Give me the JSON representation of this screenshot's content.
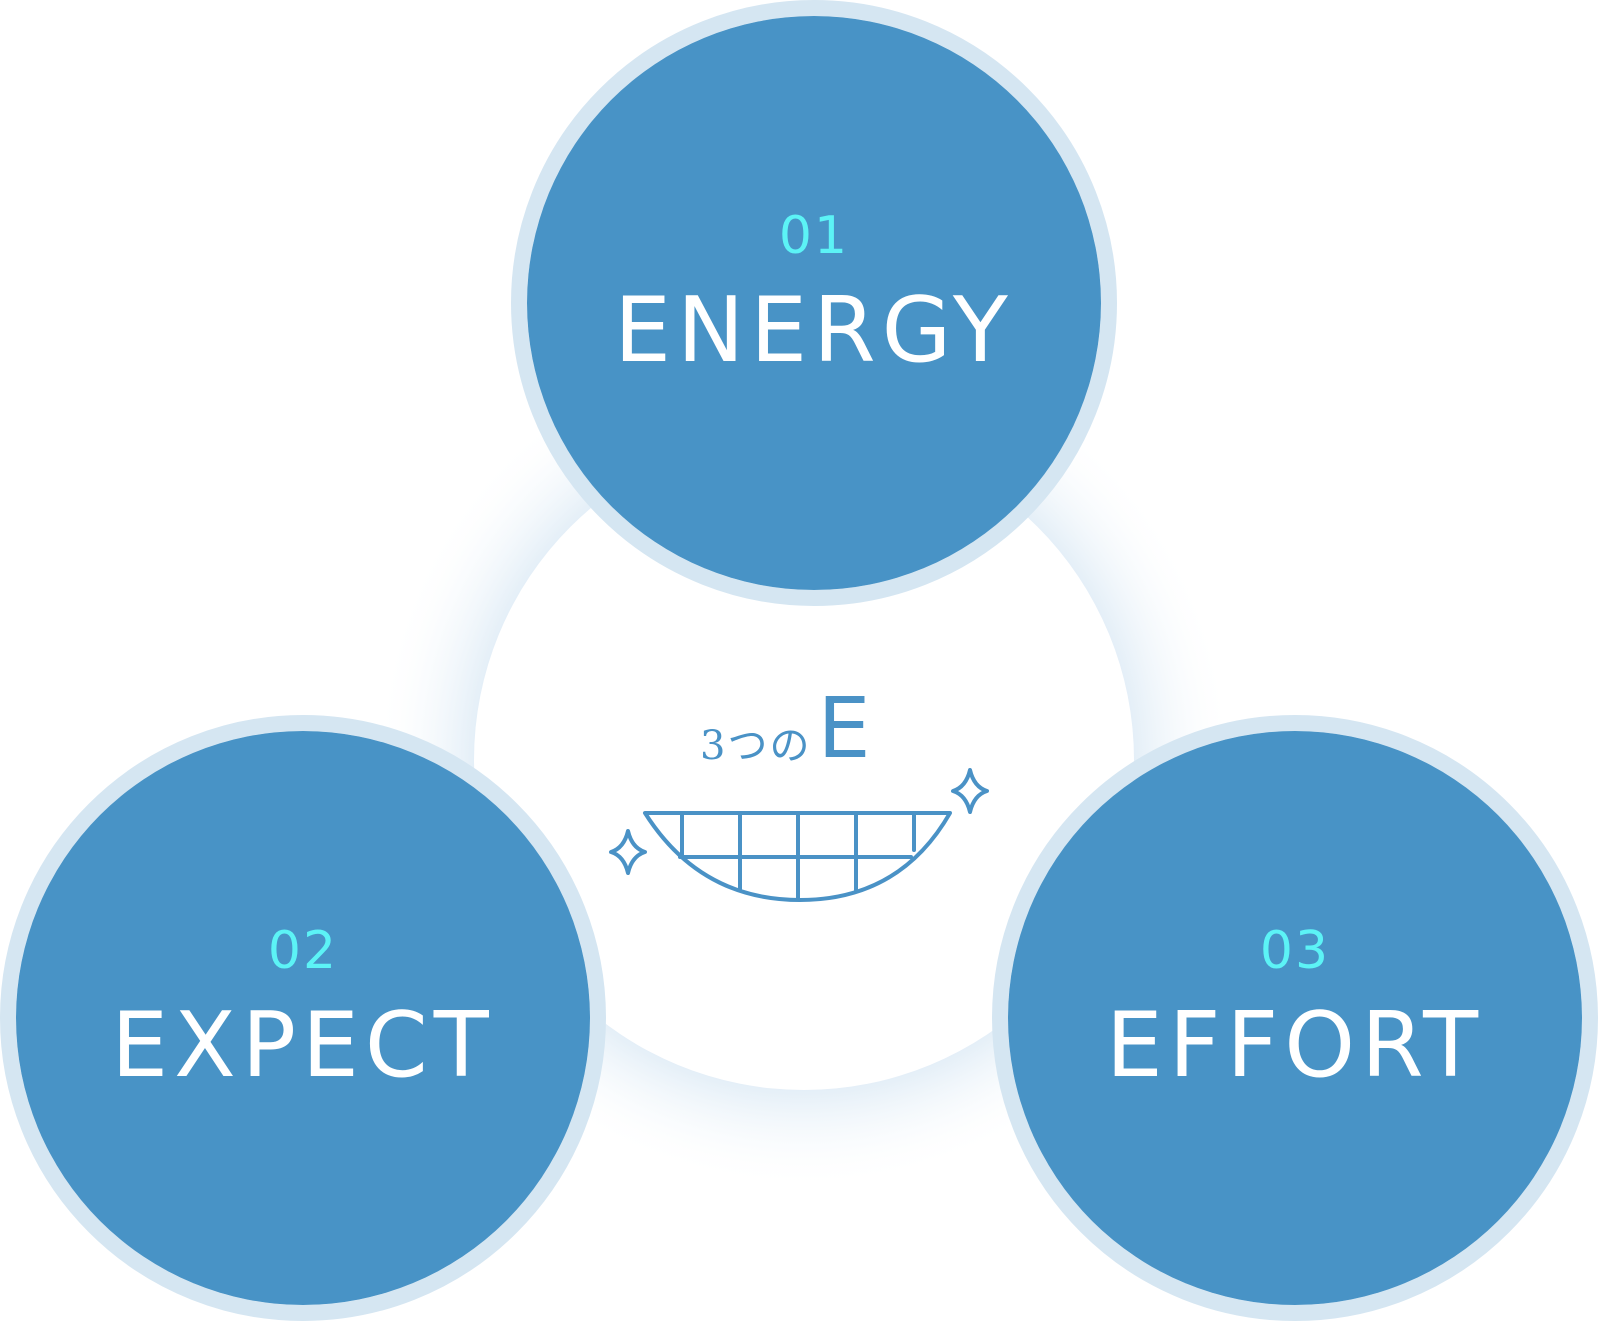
{
  "colors": {
    "circle_fill": "#4893c6",
    "circle_ring": "#d5e6f2",
    "number_text": "#5cf3f6",
    "word_text": "#ffffff",
    "icon_stroke": "#4a92c6",
    "center_glow": "#d9e8f4"
  },
  "center": {
    "lead": "3つの",
    "big": "E",
    "icon": "smile-teeth-icon",
    "sparkle_icon": "sparkle-icon"
  },
  "items": [
    {
      "num": "01",
      "word": "ENERGY"
    },
    {
      "num": "02",
      "word": "EXPECT"
    },
    {
      "num": "03",
      "word": "EFFORT"
    }
  ]
}
